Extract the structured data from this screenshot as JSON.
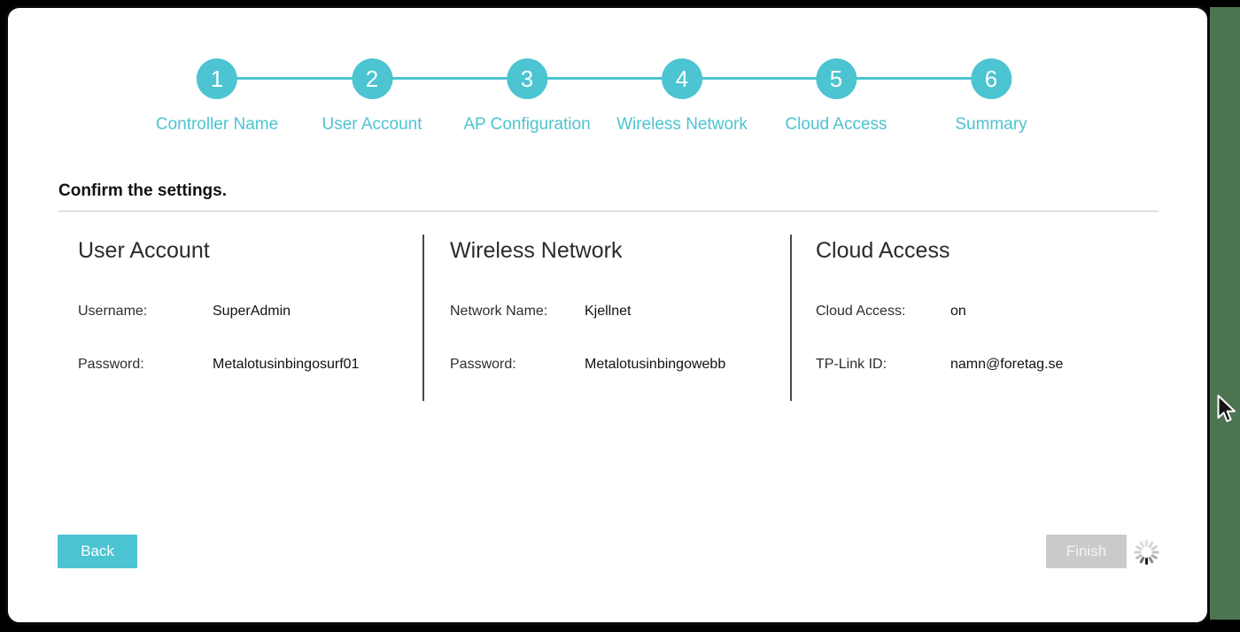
{
  "app": {
    "accent_color": "#4cc4d1",
    "background_color": "#000000",
    "desktop_strip_color": "#4d7551"
  },
  "stepper": {
    "steps": [
      {
        "number": "1",
        "label": "Controller Name"
      },
      {
        "number": "2",
        "label": "User Account"
      },
      {
        "number": "3",
        "label": "AP Configuration"
      },
      {
        "number": "4",
        "label": "Wireless Network"
      },
      {
        "number": "5",
        "label": "Cloud Access"
      },
      {
        "number": "6",
        "label": "Summary"
      }
    ]
  },
  "page": {
    "heading": "Confirm the settings."
  },
  "sections": [
    {
      "title": "User Account",
      "rows": [
        {
          "label": "Username:",
          "value": "SuperAdmin"
        },
        {
          "label": "Password:",
          "value": "Metalotusinbingosurf01"
        }
      ]
    },
    {
      "title": "Wireless Network",
      "rows": [
        {
          "label": "Network Name:",
          "value": "Kjellnet"
        },
        {
          "label": "Password:",
          "value": "Metalotusinbingowebb"
        }
      ]
    },
    {
      "title": "Cloud Access",
      "rows": [
        {
          "label": "Cloud Access:",
          "value": "on"
        },
        {
          "label": "TP-Link ID:",
          "value": "namn@foretag.se"
        }
      ]
    }
  ],
  "footer": {
    "back_label": "Back",
    "finish_label": "Finish",
    "finish_state": "disabled-loading"
  }
}
